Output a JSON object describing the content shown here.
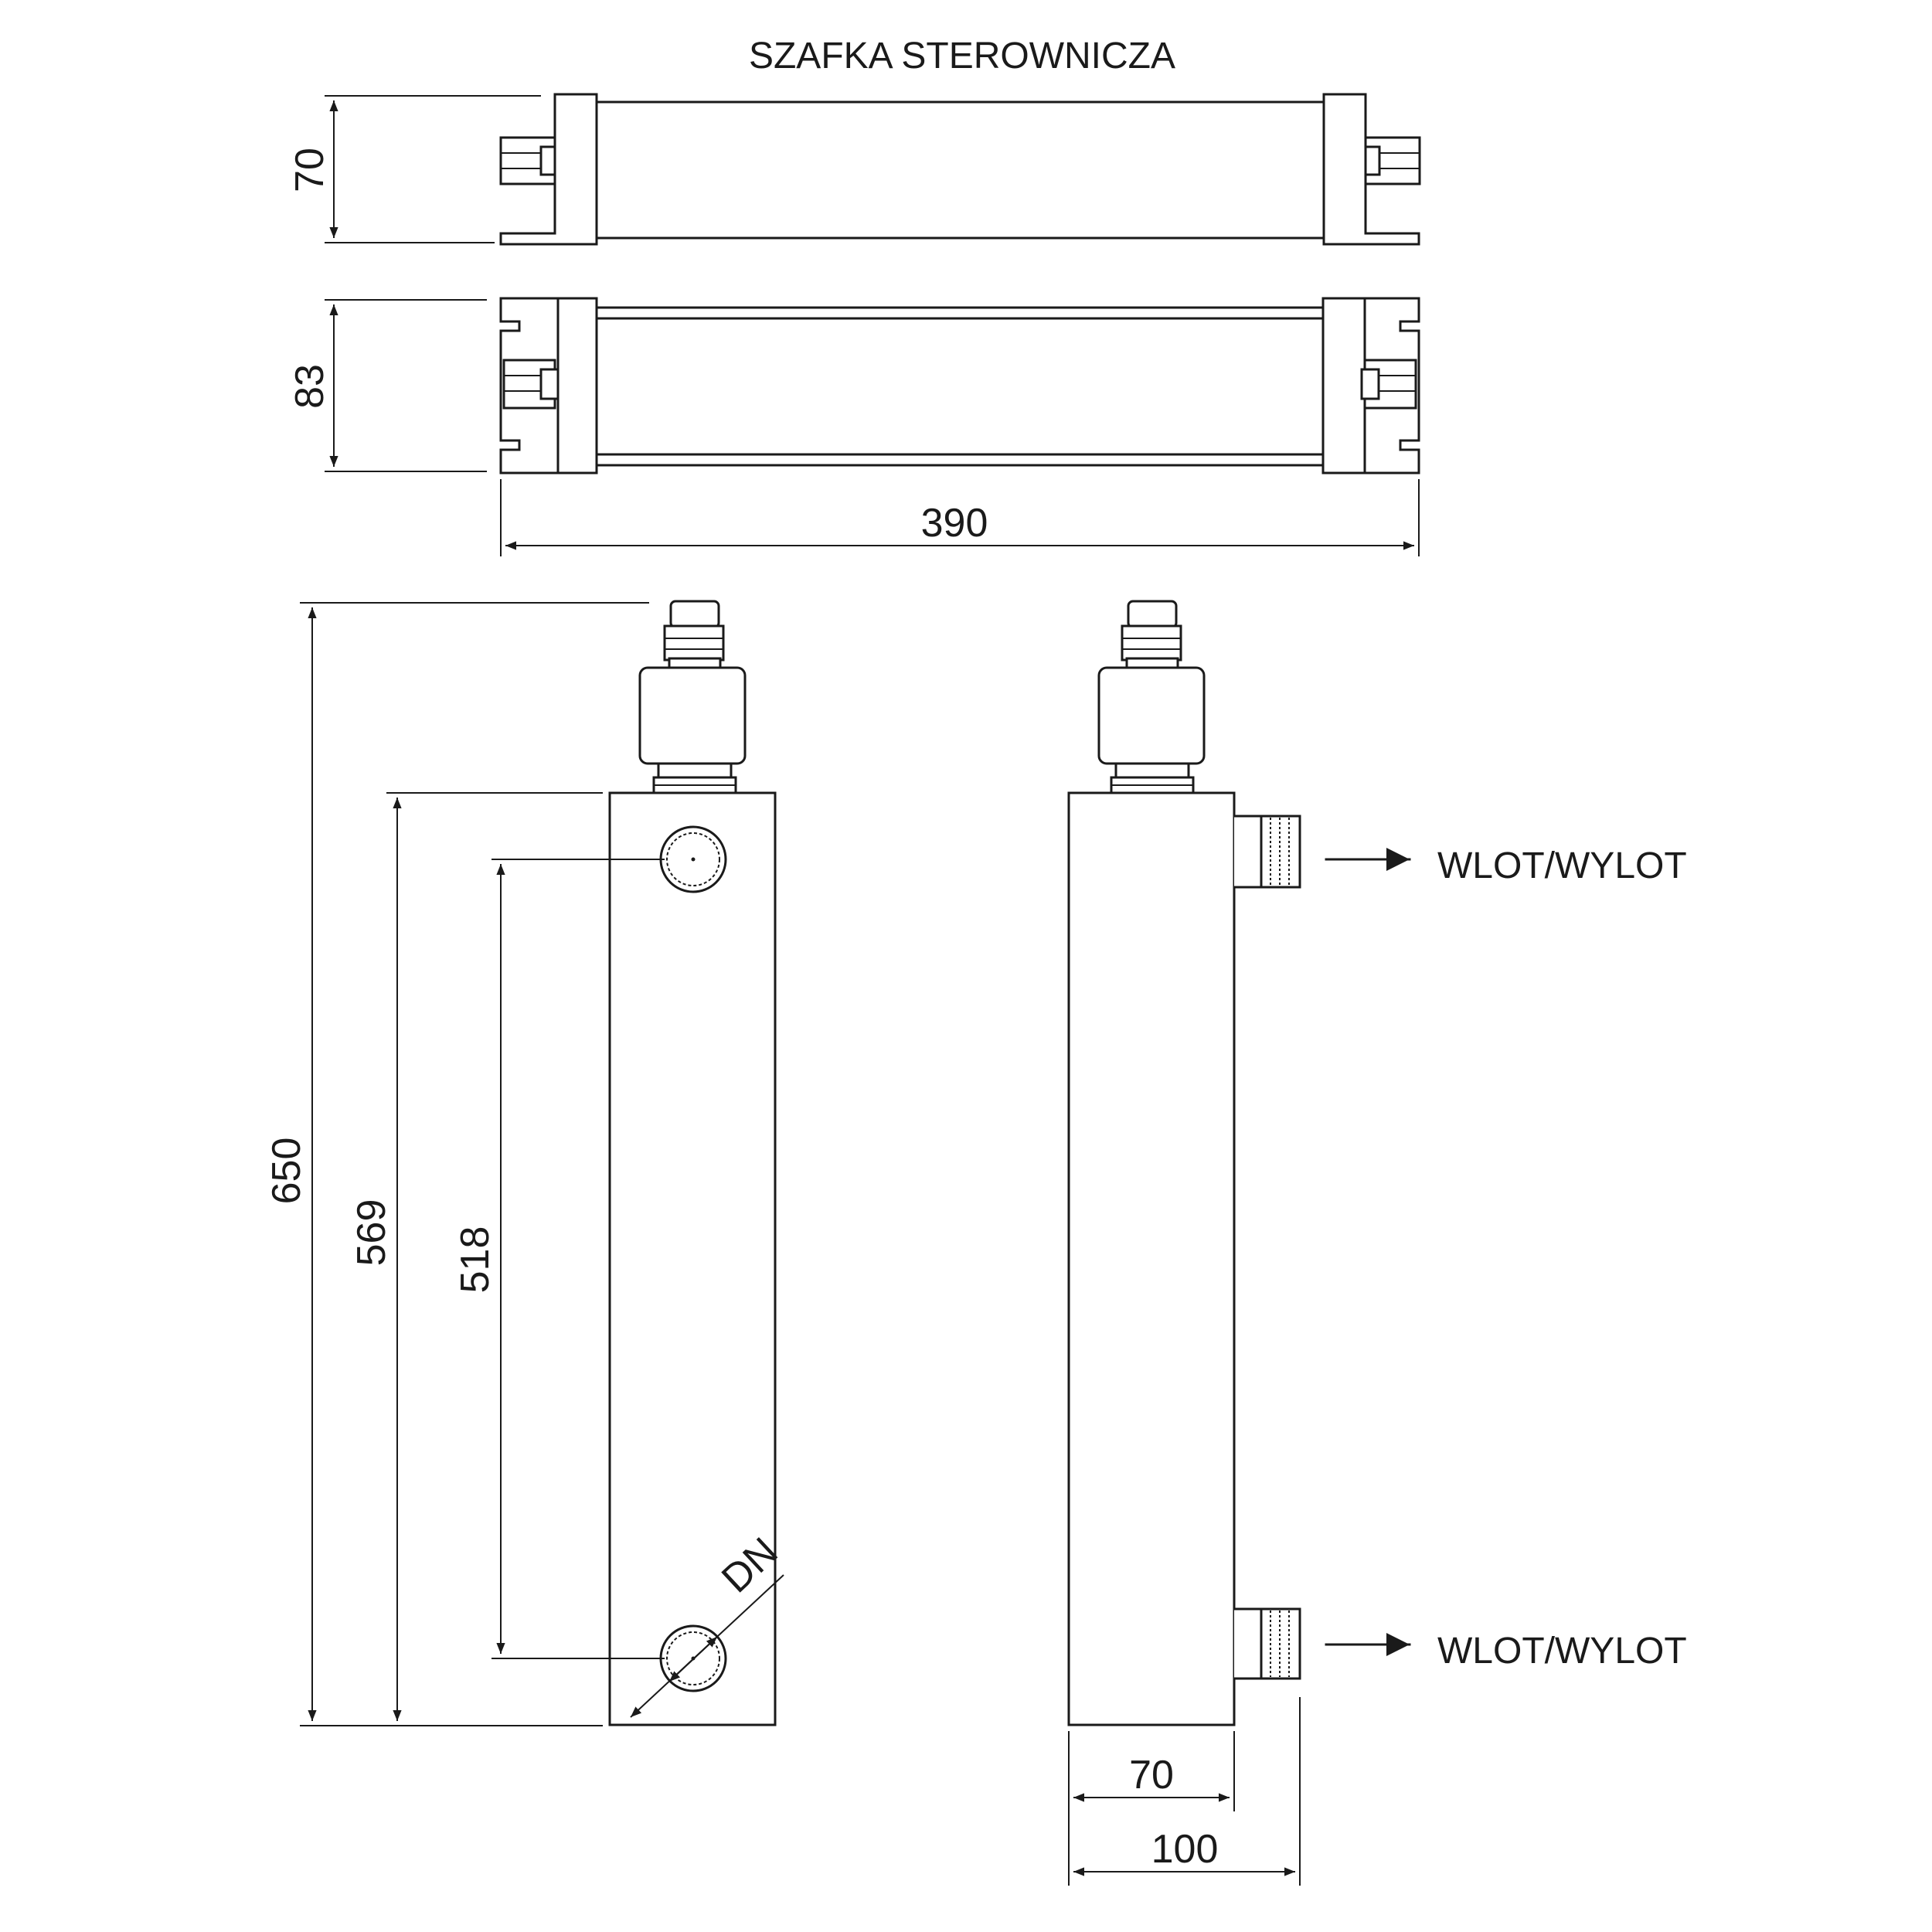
{
  "title": "SZAFKA STEROWNICZA",
  "dimensions": {
    "cabinet_height_top_view": "70",
    "cabinet_height_front_view": "83",
    "cabinet_width": "390",
    "total_height": "650",
    "body_height": "569",
    "port_spacing": "518",
    "port_diameter": "DN",
    "body_width": "70",
    "width_with_ports": "100"
  },
  "port_labels": {
    "upper": "WLOT/WYLOT",
    "lower": "WLOT/WYLOT"
  }
}
